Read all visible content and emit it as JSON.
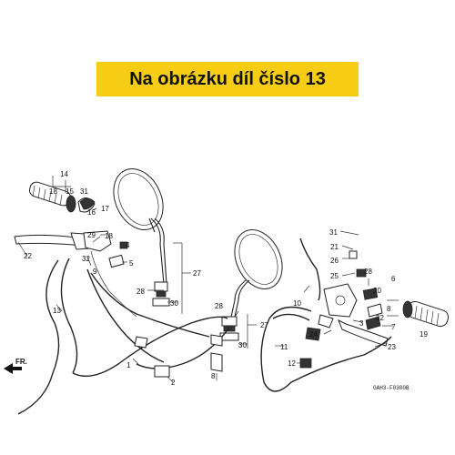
{
  "banner": {
    "text": "Na obrázku díl číslo 13"
  },
  "direction_marker": {
    "text": "FR."
  },
  "diagram_code": "GAH3-F0300B",
  "callouts": [
    "1",
    "2",
    "3",
    "4",
    "5",
    "6",
    "7",
    "8",
    "9",
    "10",
    "11",
    "12",
    "13",
    "14",
    "15",
    "16",
    "17",
    "18",
    "19",
    "20",
    "21",
    "22",
    "23",
    "24",
    "25",
    "26",
    "27",
    "28",
    "29",
    "30",
    "31",
    "32"
  ]
}
